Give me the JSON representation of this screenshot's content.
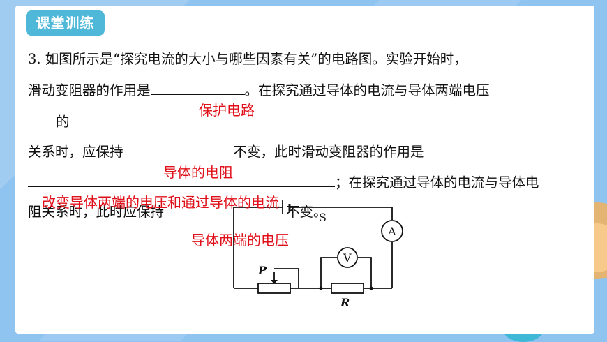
{
  "tag": "课堂训练",
  "q": {
    "l1": "3. 如图所示是“探究电流的大小与哪些因素有关”的电路图。实验开始时，",
    "l2a": "滑动变阻器的作用是",
    "l2b": "。在探究通过导体的电流与导体两端电压",
    "l3": "的",
    "l4a": "关系时，应保持",
    "l4b": "不变，此时滑动变阻器的作用是",
    "l5b": "；在探究通过导体的电流与导体电",
    "l6a": "阻关系时，此时应保持",
    "l6b": "不变。"
  },
  "answers": {
    "a1": "保护电路",
    "a2": "导体的电阻",
    "a3": "改变导体两端的电压和通过导体的电流",
    "a4": "导体两端的电压"
  },
  "circuit": {
    "switch": "S",
    "ammeter": "A",
    "voltmeter": "V",
    "slider": "P",
    "resistor": "R"
  }
}
